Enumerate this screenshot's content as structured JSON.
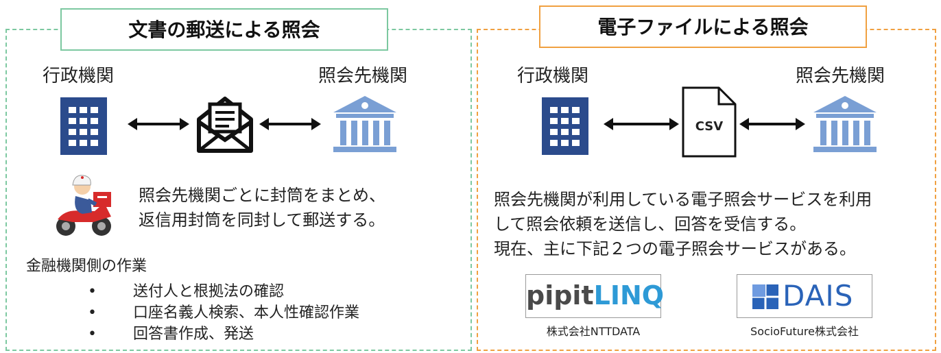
{
  "left": {
    "title": "文書の郵送による照会",
    "gov_label": "行政機関",
    "target_label": "照会先機関",
    "desc_line1": "照会先機関ごとに封筒をまとめ、",
    "desc_line2": "返信用封筒を同封して郵送する。",
    "tasks_heading": "金融機関側の作業",
    "tasks": [
      "送付人と根拠法の確認",
      "口座名義人検索、本人性確認作業",
      "回答書作成、発送"
    ]
  },
  "right": {
    "title": "電子ファイルによる照会",
    "gov_label": "行政機関",
    "target_label": "照会先機関",
    "file_label": "CSV",
    "desc_line1": "照会先機関が利用している電子照会サービスを利用",
    "desc_line2": "して照会依頼を送信し、回答を受信する。",
    "desc_line3": "現在、主に下記２つの電子照会サービスがある。",
    "services": [
      {
        "logo_prefix": "pipit",
        "logo_suffix": "LINQ",
        "company": "株式会社NTTDATA"
      },
      {
        "logo_text": "DAIS",
        "company": "SocioFuture株式会社"
      }
    ]
  },
  "colors": {
    "left_border": "#7cc8a0",
    "right_border": "#f0a040",
    "building": "#2b4b8c",
    "bank": "#7a9fd4",
    "pipit": "#4a4a4a",
    "linq": "#2e9ad6",
    "dais": "#2a63b8"
  },
  "icons": [
    "office-building-icon",
    "envelope-icon",
    "bank-icon",
    "csv-file-icon",
    "postman-scooter-icon",
    "double-arrow-icon"
  ]
}
